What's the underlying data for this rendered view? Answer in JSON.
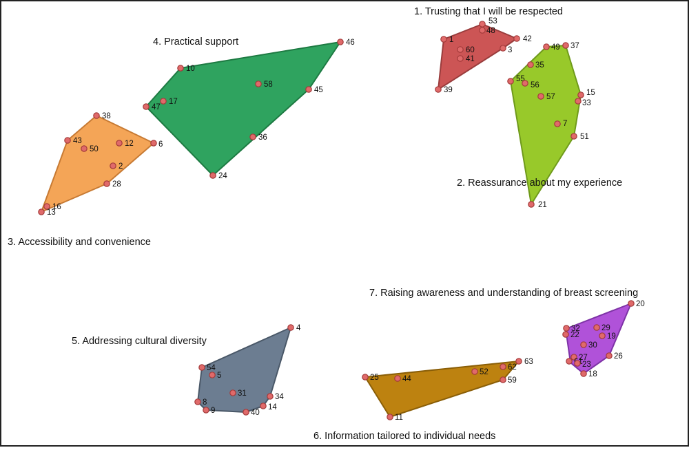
{
  "diagram": {
    "clusters": [
      {
        "id": "c1",
        "label": "1.   Trusting that I will be respected",
        "fill": "#cc5555",
        "stroke": "#993c3c"
      },
      {
        "id": "c2",
        "label": "2. Reassurance about my experience",
        "fill": "#98c92a",
        "stroke": "#6f9a1b"
      },
      {
        "id": "c3",
        "label": "3.   Accessibility and convenience",
        "fill": "#f4a557",
        "stroke": "#c77a33"
      },
      {
        "id": "c4",
        "label": "4.   Practical support",
        "fill": "#2fa35f",
        "stroke": "#1d7a42"
      },
      {
        "id": "c5",
        "label": "5.   Addressing cultural diversity",
        "fill": "#6c7d91",
        "stroke": "#4a5868"
      },
      {
        "id": "c6",
        "label": "6.   Information tailored to individual needs",
        "fill": "#bd8210",
        "stroke": "#8a5e07"
      },
      {
        "id": "c7",
        "label": "7. Raising awareness and understanding of breast screening",
        "fill": "#b052d9",
        "stroke": "#7e33a6"
      }
    ],
    "points": [
      {
        "n": "53",
        "c": "c1"
      },
      {
        "n": "48",
        "c": "c1"
      },
      {
        "n": "42",
        "c": "c1"
      },
      {
        "n": "1",
        "c": "c1"
      },
      {
        "n": "60",
        "c": "c1"
      },
      {
        "n": "41",
        "c": "c1"
      },
      {
        "n": "3",
        "c": "c1"
      },
      {
        "n": "39",
        "c": "c1"
      },
      {
        "n": "49",
        "c": "c2"
      },
      {
        "n": "37",
        "c": "c2"
      },
      {
        "n": "35",
        "c": "c2"
      },
      {
        "n": "55",
        "c": "c2"
      },
      {
        "n": "56",
        "c": "c2"
      },
      {
        "n": "57",
        "c": "c2"
      },
      {
        "n": "15",
        "c": "c2"
      },
      {
        "n": "33",
        "c": "c2"
      },
      {
        "n": "7",
        "c": "c2"
      },
      {
        "n": "51",
        "c": "c2"
      },
      {
        "n": "21",
        "c": "c2"
      },
      {
        "n": "38",
        "c": "c3"
      },
      {
        "n": "43",
        "c": "c3"
      },
      {
        "n": "50",
        "c": "c3"
      },
      {
        "n": "12",
        "c": "c3"
      },
      {
        "n": "6",
        "c": "c3"
      },
      {
        "n": "2",
        "c": "c3"
      },
      {
        "n": "28",
        "c": "c3"
      },
      {
        "n": "16",
        "c": "c3"
      },
      {
        "n": "13",
        "c": "c3"
      },
      {
        "n": "46",
        "c": "c4"
      },
      {
        "n": "10",
        "c": "c4"
      },
      {
        "n": "58",
        "c": "c4"
      },
      {
        "n": "45",
        "c": "c4"
      },
      {
        "n": "17",
        "c": "c4"
      },
      {
        "n": "47",
        "c": "c4"
      },
      {
        "n": "36",
        "c": "c4"
      },
      {
        "n": "24",
        "c": "c4"
      },
      {
        "n": "4",
        "c": "c5"
      },
      {
        "n": "54",
        "c": "c5"
      },
      {
        "n": "5",
        "c": "c5"
      },
      {
        "n": "31",
        "c": "c5"
      },
      {
        "n": "34",
        "c": "c5"
      },
      {
        "n": "8",
        "c": "c5"
      },
      {
        "n": "14",
        "c": "c5"
      },
      {
        "n": "9",
        "c": "c5"
      },
      {
        "n": "40",
        "c": "c5"
      },
      {
        "n": "63",
        "c": "c6"
      },
      {
        "n": "62",
        "c": "c6"
      },
      {
        "n": "52",
        "c": "c6"
      },
      {
        "n": "25",
        "c": "c6"
      },
      {
        "n": "44",
        "c": "c6"
      },
      {
        "n": "59",
        "c": "c6"
      },
      {
        "n": "11",
        "c": "c6"
      },
      {
        "n": "20",
        "c": "c7"
      },
      {
        "n": "32",
        "c": "c7"
      },
      {
        "n": "29",
        "c": "c7"
      },
      {
        "n": "22",
        "c": "c7"
      },
      {
        "n": "19",
        "c": "c7"
      },
      {
        "n": "30",
        "c": "c7"
      },
      {
        "n": "27",
        "c": "c7"
      },
      {
        "n": "26",
        "c": "c7"
      },
      {
        "n": "61",
        "c": "c7"
      },
      {
        "n": "23",
        "c": "c7"
      },
      {
        "n": "18",
        "c": "c7"
      }
    ],
    "point_color": "#e06a6a",
    "point_stroke": "#a33a3a"
  }
}
